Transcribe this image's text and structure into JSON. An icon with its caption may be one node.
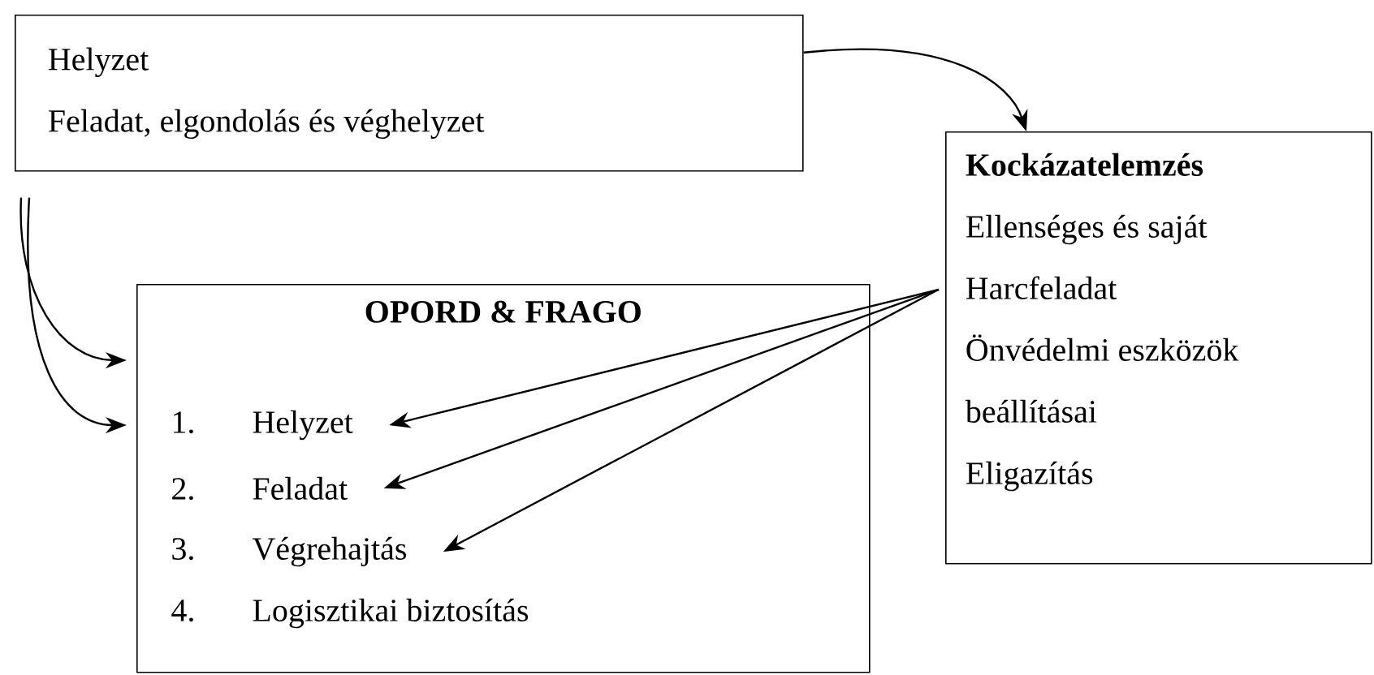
{
  "diagram": {
    "nodes": [
      {
        "text": [
          "Helyzet",
          "Feladat, elgondolás és véghelyzet"
        ]
      },
      {
        "text": [
          "OPORD & FRAGO"
        ]
      },
      {
        "text": [
          "1.",
          "Helyzet"
        ],
        "in": 1
      },
      {
        "text": [
          "2.",
          "Feladat"
        ],
        "in": 1
      },
      {
        "text": [
          "3.",
          "Végrehajtás"
        ],
        "in": 1
      },
      {
        "text": [
          "4.",
          "Logisztikai biztosítás"
        ],
        "in": 1
      },
      {
        "text": [
          "Kockázatelemzés",
          "Ellenséges és saját",
          "Harcfeladat",
          "Önvédelmi eszközök beállításai",
          "Eligazítás"
        ]
      }
    ],
    "edges": [
      {
        "from": 0,
        "to": 6,
        "arrow": "to"
      },
      {
        "from": 0,
        "to": 1,
        "arrow": "to"
      },
      {
        "from": 0,
        "to": 1,
        "arrow": "to"
      },
      {
        "from": 6,
        "to": 2,
        "arrow": "to"
      },
      {
        "from": 6,
        "to": 3,
        "arrow": "to"
      },
      {
        "from": 6,
        "to": 4,
        "arrow": "to"
      }
    ]
  }
}
